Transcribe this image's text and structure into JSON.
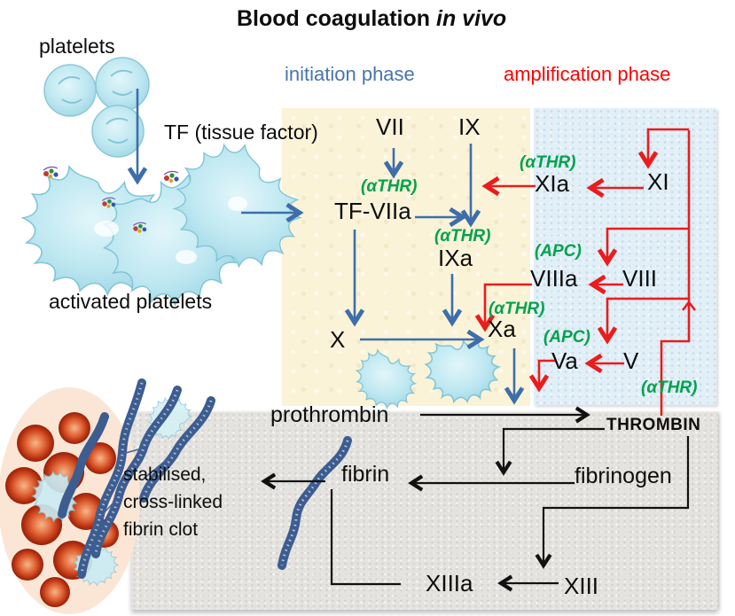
{
  "title": {
    "main": "Blood coagulation ",
    "italic": "in vivo"
  },
  "phase_labels": {
    "initiation": "initiation phase",
    "amplification": "amplification phase"
  },
  "annotations": {
    "platelets": "platelets",
    "tissue_factor": "TF (tissue factor)",
    "activated_platelets": "activated platelets",
    "clot_line1": "stabilised,",
    "clot_line2": "cross-linked",
    "clot_line3": "fibrin clot"
  },
  "factors": {
    "vii": "VII",
    "ix": "IX",
    "tf_viia": "TF-VIIa",
    "ixa": "IXa",
    "x": "X",
    "xa": "Xa",
    "xia": "XIa",
    "xi": "XI",
    "viiia": "VIIIa",
    "viii": "VIII",
    "va": "Va",
    "v": "V",
    "prothrombin": "prothrombin",
    "thrombin": "THROMBIN",
    "fibrinogen": "fibrinogen",
    "fibrin": "fibrin",
    "xiiia": "XIIIa",
    "xiii": "XIII"
  },
  "modulators": {
    "athr": "(αTHR)",
    "apc": "(APC)"
  },
  "colors": {
    "initiation_phase_text": "#4a74ac",
    "amplification_phase_text": "#fe0000",
    "initiation_box_bg": "#faf3d8",
    "amplification_box_bg": "#e2eff7",
    "common_box_bg": "#e4e3df",
    "blue_arrow": "#3e6ea9",
    "red_arrow": "#ea1c1c",
    "black_arrow": "#111111",
    "modulator_green": "#00a24d",
    "platelet_cyan": "#b5e2ed",
    "fibrin_strand_blue": "#3d5d90"
  }
}
